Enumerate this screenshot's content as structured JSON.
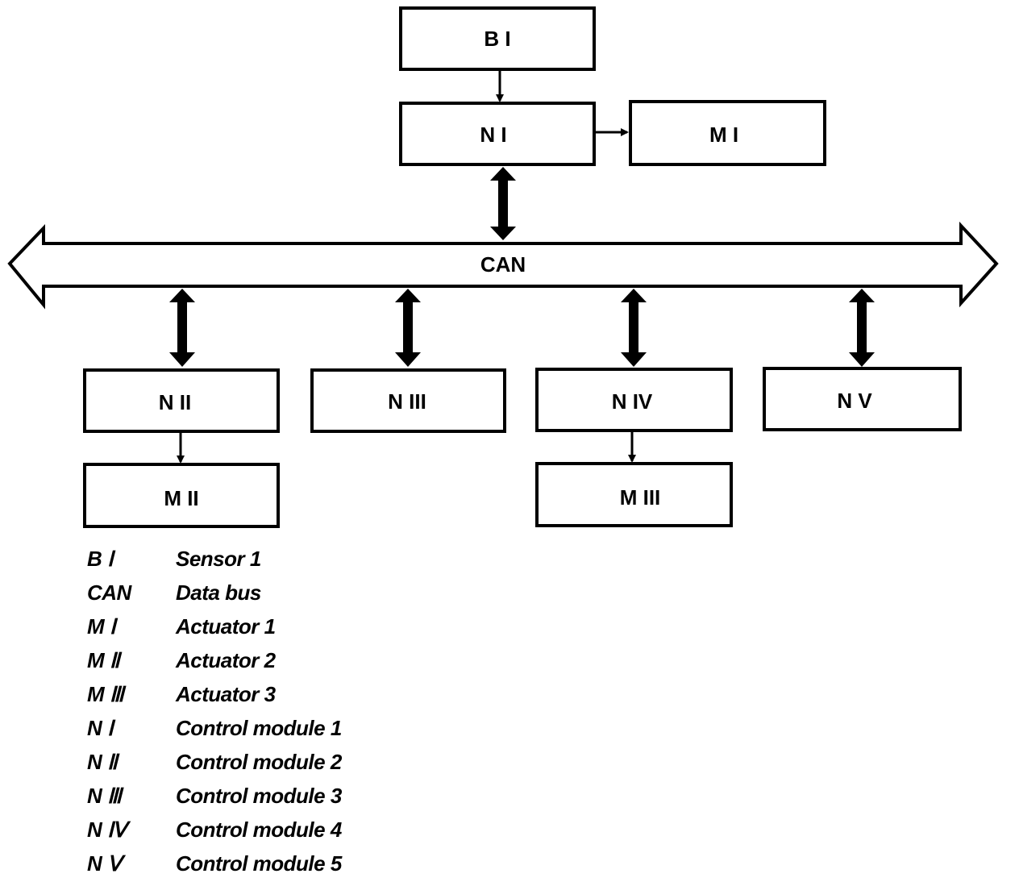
{
  "nodes": {
    "b1": "B I",
    "n1": "N I",
    "m1": "M I",
    "n2": "N II",
    "n3": "N III",
    "n4": "N IV",
    "n5": "N V",
    "m2": "M II",
    "m3": "M III"
  },
  "bus": {
    "label": "CAN"
  },
  "legend": [
    {
      "key": "B Ⅰ",
      "desc": "Sensor 1"
    },
    {
      "key": "CAN",
      "desc": "Data bus"
    },
    {
      "key": "M Ⅰ",
      "desc": "Actuator 1"
    },
    {
      "key": "M Ⅱ",
      "desc": "Actuator 2"
    },
    {
      "key": "M Ⅲ",
      "desc": "Actuator 3"
    },
    {
      "key": "N Ⅰ",
      "desc": "Control module 1"
    },
    {
      "key": "N Ⅱ",
      "desc": "Control module 2"
    },
    {
      "key": "N Ⅲ",
      "desc": "Control module 3"
    },
    {
      "key": "N Ⅳ",
      "desc": "Control module 4"
    },
    {
      "key": "N Ⅴ",
      "desc": "Control module 5"
    }
  ],
  "colors": {
    "stroke": "#000000",
    "background": "#ffffff"
  }
}
